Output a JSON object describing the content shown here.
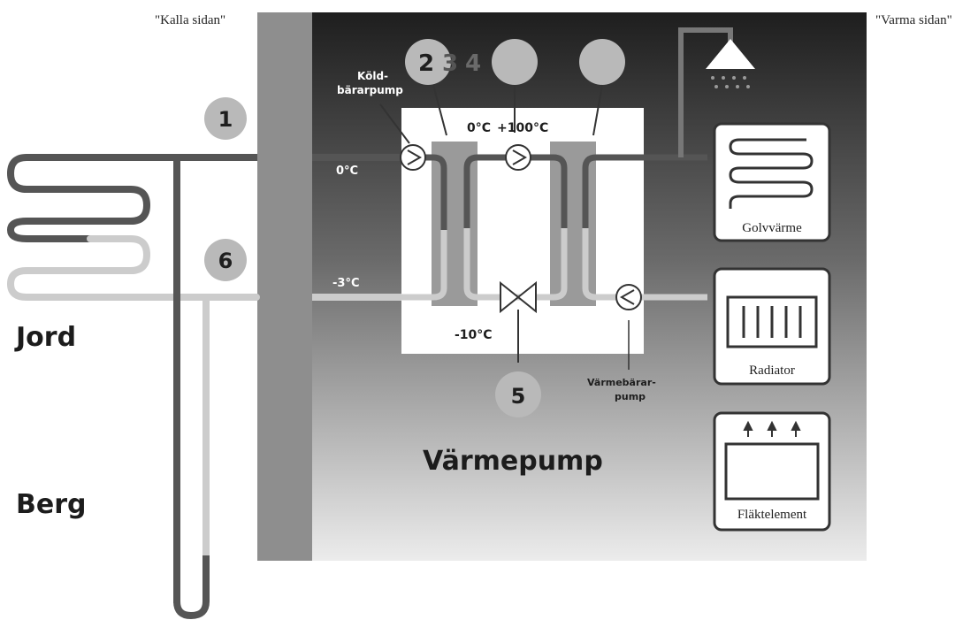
{
  "labels": {
    "cold_side": "\"Kalla sidan\"",
    "warm_side": "\"Varma sidan\"",
    "ground": "Jord",
    "rock": "Berg",
    "heat_pump": "Värmepump",
    "brine_pump_line1": "Köld-",
    "brine_pump_line2": "bärarpump",
    "heat_carrier_pump_line1": "Värmebärar-",
    "heat_carrier_pump_line2": "pump"
  },
  "temperatures": {
    "brine_in": "0°C",
    "brine_out": "-3°C",
    "evaporator": "0°C",
    "condenser": "+100°C",
    "after_valve": "-10°C"
  },
  "markers": {
    "m1": "1",
    "m2": "2",
    "m3": "3",
    "m4": "4",
    "m5": "5",
    "m6": "6"
  },
  "emitters": {
    "floor": "Golvvärme",
    "radiator": "Radiator",
    "fan_coil": "Fläktelement"
  },
  "colors": {
    "dark_pipe": "#555555",
    "light_pipe": "#cccccc",
    "marker_circle": "#b9b9b9",
    "house_wall": "#8e8e8e",
    "house_dark": "#1e1e1e",
    "house_light": "#eaeaea"
  }
}
